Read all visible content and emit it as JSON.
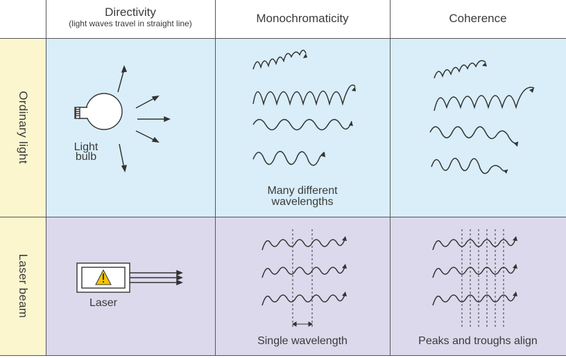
{
  "header": {
    "directivity_title": "Directivity",
    "directivity_sub": "(light waves travel in straight line)",
    "monochromaticity_title": "Monochromaticity",
    "coherence_title": "Coherence"
  },
  "rows": {
    "ordinary": "Ordinary light",
    "laser": "Laser beam"
  },
  "cells": {
    "bulb_label_1": "Light",
    "bulb_label_2": "bulb",
    "ordinary_mono_caption_1": "Many different",
    "ordinary_mono_caption_2": "wavelengths",
    "laser_label": "Laser",
    "laser_mono_caption": "Single wavelength",
    "laser_coh_caption": "Peaks and troughs align"
  },
  "colors": {
    "ordinary_bg": "#d9eef9",
    "laser_bg": "#ddd9ec",
    "row_label_bg": "#fcf6cf",
    "warning_yellow": "#f5c400"
  }
}
